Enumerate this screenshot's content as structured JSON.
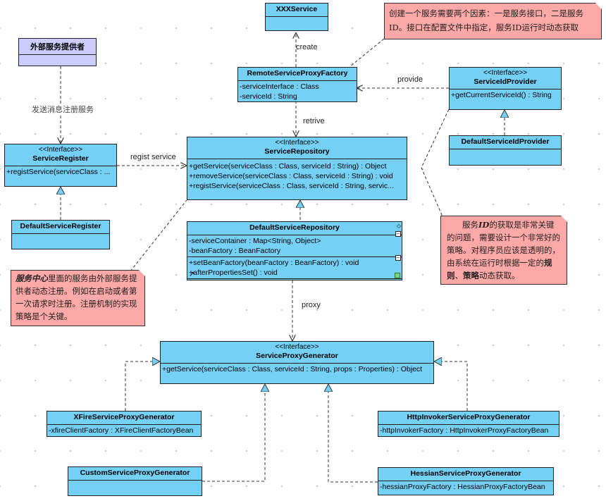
{
  "actor": {
    "label": "外部服务提供者"
  },
  "classes": {
    "xxx_service": {
      "name": "XXXService"
    },
    "remote_proxy_factory": {
      "name": "RemoteServiceProxyFactory",
      "attributes": [
        "-serviceInterface : Class",
        "-serviceId : String"
      ]
    },
    "service_id_provider": {
      "stereotype": "<<Interface>>",
      "name": "ServiceIdProvider",
      "operations": [
        "+getCurrentServiceId() : String"
      ]
    },
    "default_service_id_provider": {
      "name": "DefaultServiceIdProvider"
    },
    "service_register": {
      "stereotype": "<<Interface>>",
      "name": "ServiceRegister",
      "operations": [
        "+registService(serviceClass : ..."
      ]
    },
    "default_service_register": {
      "name": "DefaultServiceRegister"
    },
    "service_repository": {
      "stereotype": "<<Interface>>",
      "name": "ServiceRepository",
      "operations": [
        "+getService(serviceClass : Class, serviceId : String) : Object",
        "+removeService(serviceClass : Class, serviceId : String) : void",
        "+registService(serviceClass : Class, serviceId : String, servic..."
      ]
    },
    "default_service_repository": {
      "name": "DefaultServiceRepository",
      "attributes": [
        "-serviceContainer : Map<String, Object>",
        "-beanFactory : BeanFactory"
      ],
      "operations": [
        "+setBeanFactory(beanFactory : BeanFactory) : void",
        "+afterPropertiesSet() : void"
      ]
    },
    "service_proxy_generator": {
      "stereotype": "<<Interface>>",
      "name": "ServiceProxyGenerator",
      "operations": [
        "+getService(serviceClass : Class, serviceId : String, props : Properties) : Object"
      ]
    },
    "xfire_generator": {
      "name": "XFireServiceProxyGenerator",
      "attributes": [
        "-xfireClientFactory : XFireClientFactoryBean"
      ]
    },
    "httpinvoker_generator": {
      "name": "HttpInvokerServiceProxyGenerator",
      "attributes": [
        "-httpInvokerFactory : HttpInvokerProxyFactoryBean"
      ]
    },
    "custom_generator": {
      "name": "CustomServiceProxyGenerator"
    },
    "hessian_generator": {
      "name": "HessianServiceProxyGenerator",
      "attributes": [
        "-hessianProxyFactory : HessianProxyFactoryBean"
      ]
    }
  },
  "edge_labels": {
    "create": "create",
    "provide": "provide",
    "retrive": "retrive",
    "register_msg": "发送消息注册服务",
    "regist_service": "regist service",
    "proxy": "proxy"
  },
  "notes": {
    "top": "创建一个服务需要两个因素：一是服务接口，二是服务ID。接口在配置文件中指定，服务ID运行时动态获取",
    "left_strong": "服务中心",
    "left_rest": "里面的服务由外部服务提供者动态注册。例如在启动或者第一次请求时注册。注册机制的实现策略是个关键。",
    "right_a": "服务",
    "right_id": "ID",
    "right_b": "的获取是非常关键的问题，需要设计一个非常好的策略。对程序员应该是透明的，由系统在运行时根据一定的",
    "right_strong1": "规则",
    "right_c": "、",
    "right_strong2": "策略",
    "right_d": "动态获取。"
  }
}
